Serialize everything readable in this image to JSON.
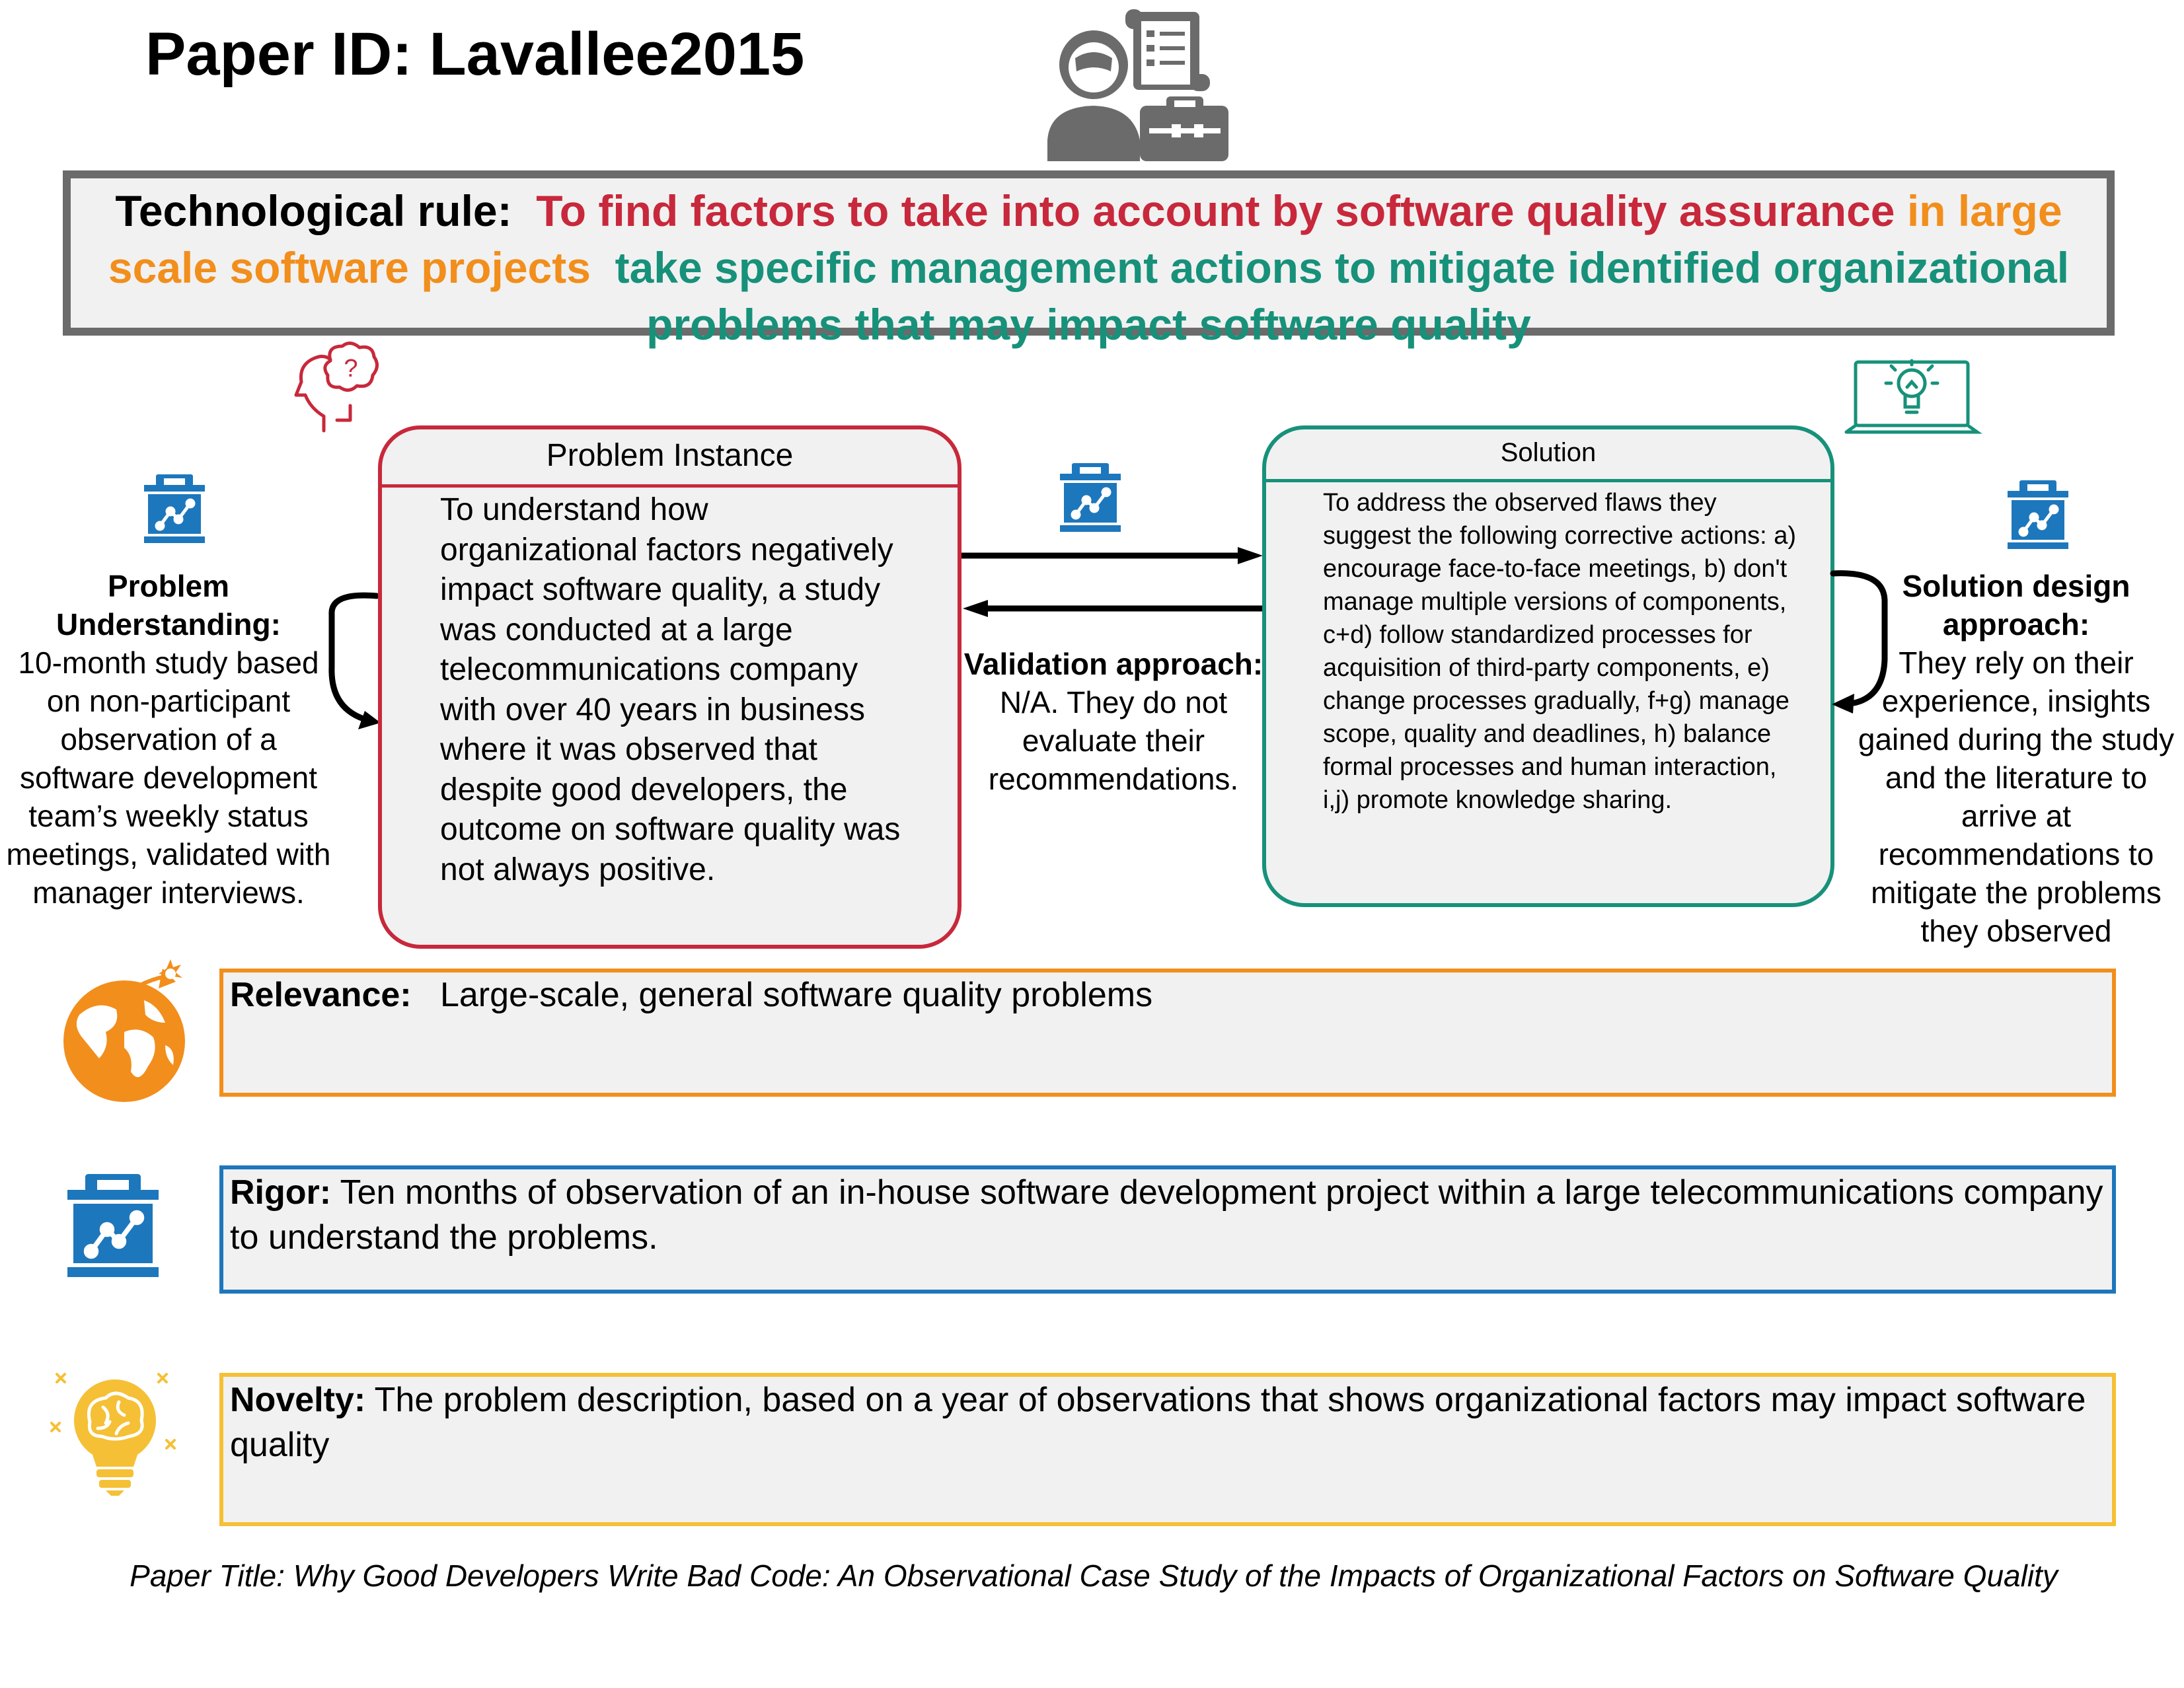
{
  "paper_id": "Paper ID: Lavallee2015",
  "technological_rule": {
    "label": "Technological rule:",
    "part_red": "To find factors to take into account by software quality assurance",
    "part_orange": "in large scale software projects",
    "part_green": "take specific management actions to mitigate identified organizational problems that may impact software quality"
  },
  "problem_instance": {
    "title": "Problem Instance",
    "text": "To understand how organizational factors negatively impact software quality, a study was conducted at a large telecommunications company with over 40 years in business where it was observed that despite good developers, the outcome on software quality was not always positive."
  },
  "solution": {
    "title": "Solution",
    "text": "To address the observed flaws they suggest the following corrective actions: a) encourage face-to-face meetings, b) don't manage multiple versions of components, c+d) follow standardized processes for acquisition of third-party components, e) change processes gradually, f+g) manage scope, quality and deadlines, h) balance formal processes and human interaction, i,j) promote knowledge sharing."
  },
  "problem_understanding": {
    "label": "Problem Understanding:",
    "text": "10-month study based on non-participant observation of a software development team’s weekly status meetings, validated with manager interviews."
  },
  "validation": {
    "label": "Validation approach:",
    "text": "N/A. They do not evaluate their recommendations."
  },
  "solution_design": {
    "label": "Solution design approach:",
    "text": "They rely on their experience, insights gained during the study and the literature to arrive at recommendations to mitigate the problems they observed"
  },
  "relevance": {
    "label": "Relevance:",
    "text": "Large-scale, general software quality problems"
  },
  "rigor": {
    "label": "Rigor:",
    "text": "Ten months of observation of an in-house software development project within a large telecommunications company to understand the problems."
  },
  "novelty": {
    "label": "Novelty:",
    "text": "The problem description, based on a year of observations that shows organizational factors may impact software quality"
  },
  "paper_title": "Paper Title:  Why Good Developers Write Bad Code: An Observational Case Study of the Impacts of Organizational Factors on Software Quality",
  "colors": {
    "red": "#c8283b",
    "orange": "#f28e1c",
    "green": "#17917a",
    "blue": "#1d77bc",
    "yellow": "#f5c035",
    "gray": "#6b6b6b"
  },
  "icons": [
    "person-document-briefcase-icon",
    "thinking-head-icon",
    "lightbulb-laptop-icon",
    "toolbox-icon",
    "globe-icon",
    "lightbulb-brain-icon"
  ]
}
